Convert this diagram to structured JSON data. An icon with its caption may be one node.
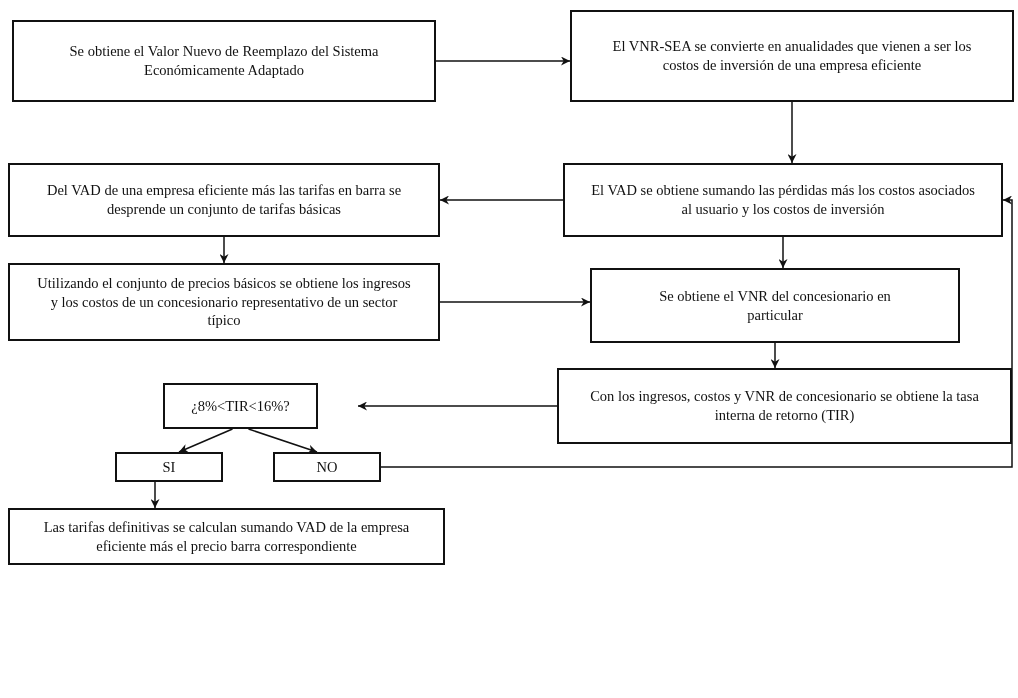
{
  "diagram": {
    "nodes": [
      {
        "text": [
          "Se obtiene el Valor Nuevo de Reemplazo del Sistema Económicamente Adaptado"
        ]
      },
      {
        "text": [
          "El VNR-SEA se convierte en anualidades que vienen a ser los costos de inversión de una empresa eficiente"
        ]
      },
      {
        "text": [
          "El VAD se obtiene sumando las pérdidas más los costos asociados al usuario y los costos de inversión"
        ]
      },
      {
        "text": [
          "Del VAD de una empresa eficiente más las tarifas en barra se desprende un conjunto de tarifas básicas"
        ]
      },
      {
        "text": [
          "Utilizando el conjunto de precios básicos se obtiene los ingresos y los costos de un concesionario representativo de un sector típico"
        ]
      },
      {
        "text": [
          "Se obtiene el VNR del concesionario en particular"
        ]
      },
      {
        "text": [
          "Con los ingresos, costos y VNR de concesionario se obtiene la tasa interna de retorno (TIR)"
        ]
      },
      {
        "text": [
          "¿8%<TIR<16%?"
        ]
      },
      {
        "text": [
          "SI"
        ]
      },
      {
        "text": [
          "NO"
        ]
      },
      {
        "text": [
          "Las tarifas definitivas se calculan sumando VAD de la empresa eficiente más el precio barra correspondiente"
        ]
      }
    ],
    "edges": [
      {
        "from": 0,
        "to": 1,
        "arrow": "to"
      },
      {
        "from": 1,
        "to": 2,
        "arrow": "to"
      },
      {
        "from": 2,
        "to": 3,
        "arrow": "to"
      },
      {
        "from": 3,
        "to": 4,
        "arrow": "to"
      },
      {
        "from": 4,
        "to": 5,
        "arrow": "to"
      },
      {
        "from": 2,
        "to": 5,
        "arrow": "to"
      },
      {
        "from": 5,
        "to": 6,
        "arrow": "to"
      },
      {
        "from": 6,
        "to": 7,
        "arrow": "to"
      },
      {
        "from": 7,
        "to": 8,
        "arrow": "to"
      },
      {
        "from": 7,
        "to": 9,
        "arrow": "to"
      },
      {
        "from": 8,
        "to": 10,
        "arrow": "to"
      },
      {
        "from": 9,
        "to": 2,
        "arrow": "to"
      }
    ]
  }
}
